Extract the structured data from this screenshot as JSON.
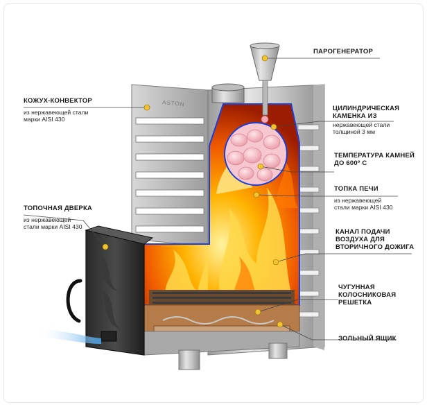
{
  "brand": "ASTON",
  "callouts": {
    "steam": {
      "title": "ПАРОГЕНЕРАТОР"
    },
    "casing": {
      "title": "КОЖУХ-КОНВЕКТОР",
      "sub1": "из нержавеющей стали",
      "sub2": "марки AISI 430"
    },
    "drum": {
      "title1": "ЦИЛИНДРИЧЕСКАЯ",
      "title2": "КАМЕНКА ИЗ",
      "sub1": "нержавеющей стали",
      "sub2": "толщиной 3 мм"
    },
    "temp": {
      "title1": "ТЕМПЕРАТУРА КАМНЕЙ",
      "title2": "ДО 600º С"
    },
    "firebox": {
      "title": "ТОПКА ПЕЧИ",
      "sub1": "из нержавеющей",
      "sub2": "стали марки AISI 430"
    },
    "door": {
      "title": "ТОПОЧНАЯ ДВЕРКА",
      "sub1": "из нержавеющей",
      "sub2": "стали марки AISI 430"
    },
    "channel": {
      "title1": "КАНАЛ ПОДАЧИ",
      "title2": "ВОЗДУХА ДЛЯ",
      "title3": "ВТОРИЧНОГО ДОЖИГА"
    },
    "grate": {
      "title1": "ЧУГУННАЯ",
      "title2": "КОЛОСНИКОВАЯ",
      "title3": "РЕШЕТКА"
    },
    "ash": {
      "title": "ЗОЛЬНЫЙ ЯЩИК"
    }
  },
  "colors": {
    "accent": "#f2c230",
    "outline": "#1d3fd6",
    "leader": "#444444"
  }
}
